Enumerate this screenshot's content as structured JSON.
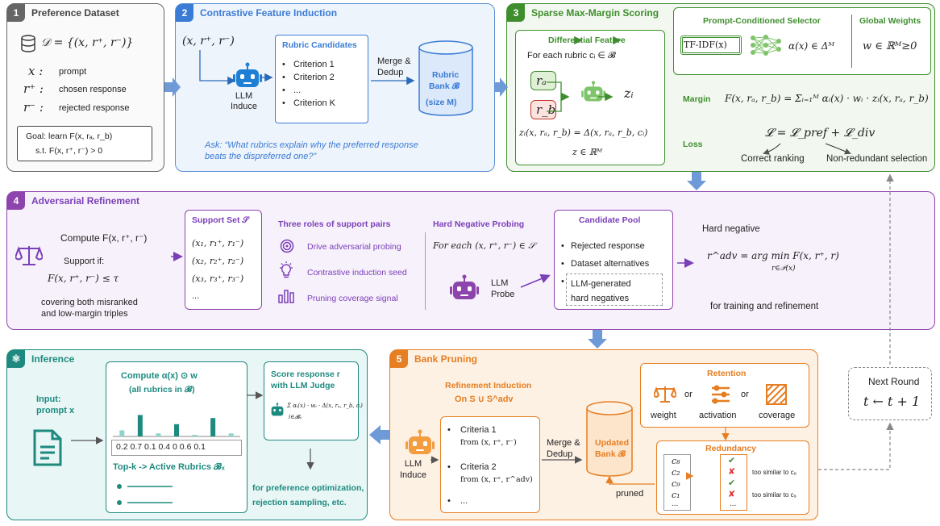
{
  "p1": {
    "num": "1",
    "title": "Preference Dataset",
    "dataset_eq": "𝒟 = {(x, r⁺, r⁻)}",
    "items": [
      {
        "sym": "x :",
        "desc": "prompt"
      },
      {
        "sym": "r⁺ :",
        "desc": "chosen response"
      },
      {
        "sym": "r⁻ :",
        "desc": "rejected response"
      }
    ],
    "goal_line1": "Goal: learn F(x, rₐ, r_b)",
    "goal_line2": "s.t.  F(x, r⁺, r⁻) > 0"
  },
  "p2": {
    "num": "2",
    "title": "Contrastive Feature Induction",
    "input": "(x, r⁺, r⁻)",
    "llm_label": "LLM\nInduce",
    "candidates_title": "Rubric Candidates",
    "candidates": [
      "Criterion 1",
      "Criterion 2",
      "...",
      "Criterion K"
    ],
    "merge": "Merge &\nDedup",
    "bank_line1": "Rubric",
    "bank_line2": "Bank 𝓑",
    "bank_line3": "(size M)",
    "ask": "Ask: “What rubrics explain why the preferred response\nbeats the dispreferred one?”"
  },
  "p3": {
    "num": "3",
    "title": "Sparse Max-Margin Scoring",
    "diff_title": "Differential Feature",
    "diff_sub": "For each rubric  cᵢ ∈ 𝓑",
    "ra": "rₐ",
    "rb": "r_b",
    "zi": "zᵢ",
    "z_eq": "zᵢ(x, rₐ, r_b) = Δ(x, rₐ, r_b, cᵢ)",
    "z_space": "z ∈ ℝᴹ",
    "selector_title": "Prompt-Conditioned Selector",
    "tfidf": "TF-IDF(x)",
    "alpha": "α(x) ∈ Δᴹ",
    "global_title": "Global Weights",
    "w_eq": "w ∈ ℝᴹ≥0",
    "margin_label": "Margin",
    "margin_eq": "F(x, rₐ, r_b) = Σᵢ₌₁ᴹ αᵢ(x) · wᵢ · zᵢ(x, rₐ, r_b)",
    "loss_label": "Loss",
    "loss_eq": "𝓛 = 𝓛_pref + 𝓛_div",
    "loss_a": "Correct ranking",
    "loss_b": "Non-redundant selection"
  },
  "p4": {
    "num": "4",
    "title": "Adversarial Refinement",
    "compute": "Compute  F(x, r⁺, r⁻)",
    "support_if": "Support if:",
    "support_eq": "F(x, r⁺, r⁻) ≤ τ",
    "covering": "covering both misranked\nand low-margin triples",
    "support_title": "Support Set 𝒮",
    "support_items": [
      "(x₁, r₁⁺, r₁⁻)",
      "(x₂, r₂⁺, r₂⁻)",
      "(x₃, r₃⁺, r₃⁻)",
      "..."
    ],
    "roles_title": "Three roles of support pairs",
    "roles": [
      "Drive adversarial probing",
      "Contrastive induction seed",
      "Pruning coverage signal"
    ],
    "hn_title": "Hard Negative Probing",
    "for_each": "For each  (x, r⁺, r⁻) ∈ 𝒮",
    "llm_probe": "LLM\nProbe",
    "pool_title": "Candidate Pool",
    "pool": [
      "Rejected response",
      "Dataset alternatives",
      "LLM-generated\nhard negatives"
    ],
    "hard_neg": "Hard negative",
    "radv": "r^adv = arg min  F(x, r⁺, r)",
    "radv_sub": "r∈𝒫(x)",
    "for_training": "for training and refinement"
  },
  "inf": {
    "title": "Inference",
    "input": "Input:\nprompt x",
    "compute": "Compute α(x) ⊙ w",
    "compute_sub": "(all rubrics in 𝓑)",
    "bar_values": [
      0.2,
      0.7,
      0.1,
      0.4,
      0,
      0.6,
      0.1
    ],
    "bar_text": "0.2  0.7  0.1  0.4   0  0.6  0.1",
    "topk": "Top-k -> Active Rubrics 𝓑ₓ",
    "score": "Score response r\nwith LLM Judge",
    "score_eq": "Σ αᵢ(x) · wᵢ · Δ(x, rₐ, r_b, cᵢ)",
    "score_sub": "i∈𝓑ₓ",
    "uses": "for preference optimization,\nrejection sampling, etc."
  },
  "p5": {
    "num": "5",
    "title": "Bank Pruning",
    "llm": "LLM\nInduce",
    "ref_title": "Refinement Induction",
    "ref_on": "On S ∪ S^adv",
    "criteria": [
      {
        "l1": "Criteria 1",
        "l2": "from (x, r⁺, r⁻)"
      },
      {
        "l1": "Criteria 2",
        "l2": "from (x, r⁺, r^adv)"
      },
      {
        "l1": "...",
        "l2": ""
      }
    ],
    "merge": "Merge &\nDedup",
    "bank": "Updated\nBank 𝓑",
    "pruned": "pruned",
    "retention_title": "Retention",
    "retention": [
      "weight",
      "activation",
      "coverage"
    ],
    "or": "or",
    "redundancy_title": "Redundancy",
    "red_items": [
      "c₈",
      "c₂",
      "c₉",
      "c₁",
      "..."
    ],
    "red_marks": [
      "✔",
      "✘",
      "✔",
      "✘",
      "..."
    ],
    "sim1": "too similar to c₈",
    "sim2": "too similar to c₉"
  },
  "next": {
    "title": "Next Round",
    "eq": "t ← t + 1"
  },
  "colors": {
    "gray": "#5a5a5a",
    "blue": "#3a7bd5",
    "green": "#3e8e2e",
    "purple": "#7b3fb8",
    "teal": "#1e8a7f",
    "orange": "#e67e22"
  }
}
